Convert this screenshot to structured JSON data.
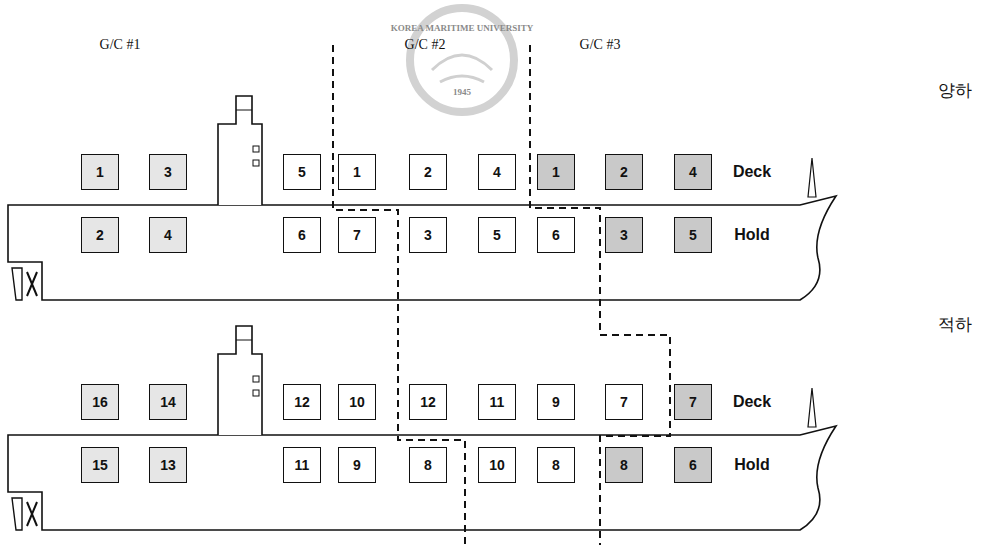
{
  "diagram": {
    "nodes": [
      {
        "text": [
          "1"
        ]
      },
      {
        "text": [
          "3"
        ]
      },
      {
        "text": [
          "5"
        ]
      },
      {
        "text": [
          "1"
        ]
      },
      {
        "text": [
          "2"
        ]
      },
      {
        "text": [
          "4"
        ]
      },
      {
        "text": [
          "1"
        ]
      },
      {
        "text": [
          "2"
        ]
      },
      {
        "text": [
          "4"
        ]
      },
      {
        "text": [
          "2"
        ]
      },
      {
        "text": [
          "4"
        ]
      },
      {
        "text": [
          "6"
        ]
      },
      {
        "text": [
          "7"
        ]
      },
      {
        "text": [
          "3"
        ]
      },
      {
        "text": [
          "5"
        ]
      },
      {
        "text": [
          "6"
        ]
      },
      {
        "text": [
          "3"
        ]
      },
      {
        "text": [
          "5"
        ]
      },
      {
        "text": [
          "16"
        ]
      },
      {
        "text": [
          "14"
        ]
      },
      {
        "text": [
          "12"
        ]
      },
      {
        "text": [
          "10"
        ]
      },
      {
        "text": [
          "12"
        ]
      },
      {
        "text": [
          "11"
        ]
      },
      {
        "text": [
          "9"
        ]
      },
      {
        "text": [
          "7"
        ]
      },
      {
        "text": [
          "7"
        ]
      },
      {
        "text": [
          "15"
        ]
      },
      {
        "text": [
          "13"
        ]
      },
      {
        "text": [
          "11"
        ]
      },
      {
        "text": [
          "9"
        ]
      },
      {
        "text": [
          "8"
        ]
      },
      {
        "text": [
          "10"
        ]
      },
      {
        "text": [
          "8"
        ]
      },
      {
        "text": [
          "8"
        ]
      },
      {
        "text": [
          "6"
        ]
      }
    ],
    "labels": [
      "KOREA MARITIME UNIVERSITY",
      "1945",
      "G/C #1",
      "G/C #2",
      "G/C #3",
      "양하",
      "Deck",
      "Hold",
      "적하",
      "Deck",
      "Hold"
    ]
  }
}
